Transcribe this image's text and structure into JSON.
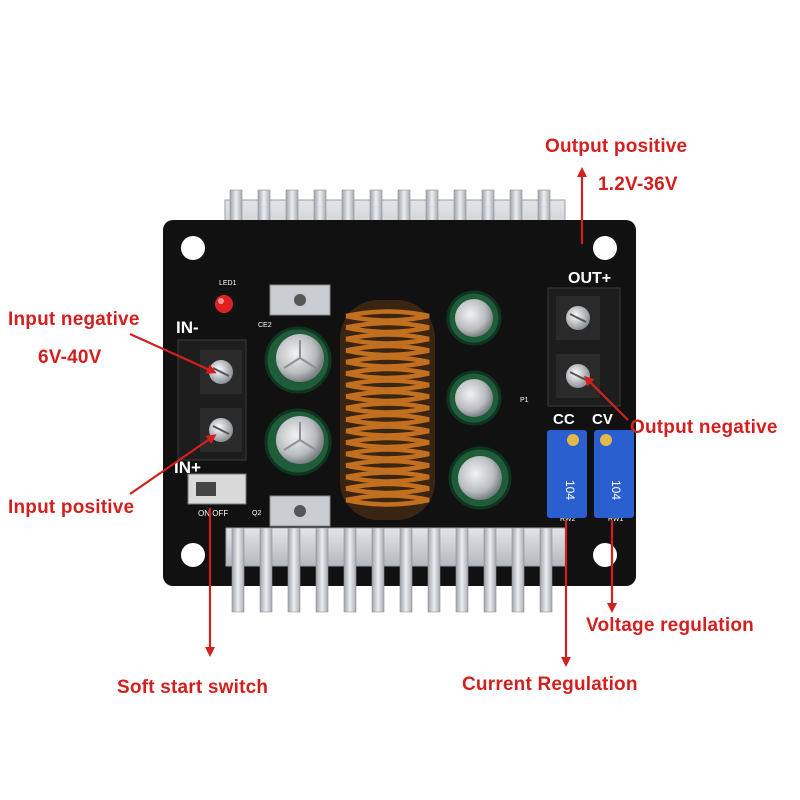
{
  "board": {
    "silkscreen": {
      "in_minus": "IN-",
      "in_plus": "IN+",
      "out_plus": "OUT+",
      "cc": "CC",
      "cv": "CV",
      "led": "LED1",
      "on_off": "ON  OFF",
      "rw2": "RW2",
      "rw1": "RW1",
      "q2": "Q2",
      "ce2": "CE2",
      "p1": "P1",
      "trimmer_code": "104"
    }
  },
  "labels": {
    "output_positive": "Output positive",
    "output_range": "1.2V-36V",
    "input_negative": "Input negative",
    "input_range": "6V-40V",
    "output_negative": "Output negative",
    "input_positive": "Input positive",
    "voltage_regulation": "Voltage regulation",
    "soft_start_switch": "Soft start switch",
    "current_regulation": "Current Regulation"
  },
  "colors": {
    "pcb": "#111111",
    "heatsink": "#cfd2d5",
    "annotation": "#d41f1f",
    "trimmer": "#2a5fd0",
    "copper_coil": "#c2701f"
  }
}
